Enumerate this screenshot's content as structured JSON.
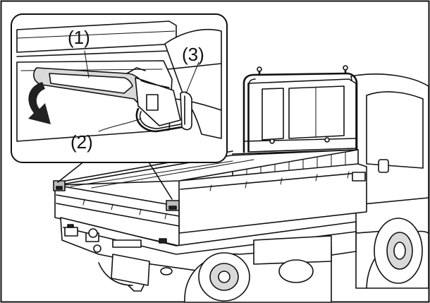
{
  "figure": {
    "callouts": [
      {
        "id": "1",
        "label": "(1)"
      },
      {
        "id": "2",
        "label": "(2)"
      },
      {
        "id": "3",
        "label": "(3)"
      }
    ],
    "colors": {
      "line": "#111111",
      "background": "#ffffff",
      "shade": "#d9d9d9"
    }
  }
}
